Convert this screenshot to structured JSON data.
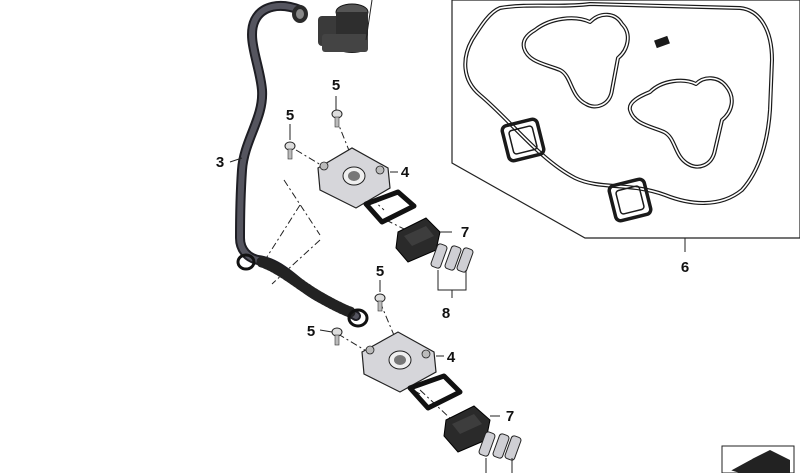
{
  "callouts": {
    "c3": "3",
    "c4a": "4",
    "c4b": "4",
    "c5a": "5",
    "c5b": "5",
    "c5c": "5",
    "c5d": "5",
    "c6": "6",
    "c7a": "7",
    "c7b": "7",
    "c8": "8"
  },
  "parts": [
    {
      "id": "3",
      "name": "vent-hose"
    },
    {
      "id": "4",
      "name": "cover-plate"
    },
    {
      "id": "5",
      "name": "screw"
    },
    {
      "id": "6",
      "name": "valve-cover-gasket-set"
    },
    {
      "id": "7",
      "name": "rubber-seal"
    },
    {
      "id": "8",
      "name": "grommets"
    }
  ],
  "colors": {
    "line": "#222222",
    "hose": "#3c3c44",
    "part_fill": "#cfcfd4",
    "dark_part": "#2a2a2a"
  },
  "icons": [
    "valve-icon",
    "corner-arrow-icon"
  ]
}
